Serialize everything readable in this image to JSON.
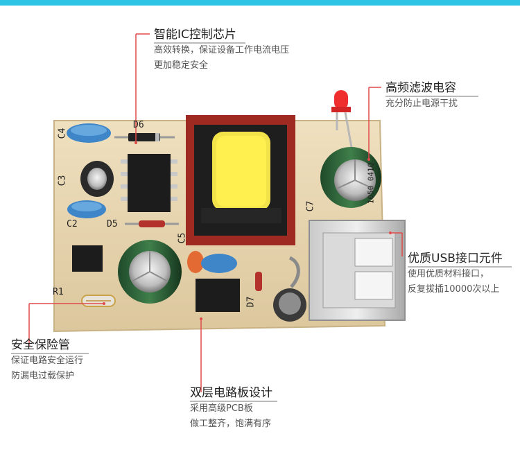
{
  "callouts": {
    "ic": {
      "title": "智能IC控制芯片",
      "line1": "高效转换，保证设备工作电流电压",
      "line2": "更加稳定安全"
    },
    "capacitor": {
      "title": "高频滤波电容",
      "line1": "充分防止电源干扰"
    },
    "usb": {
      "title": "优质USB接口元件",
      "line1": "使用优质材料接口，",
      "line2": "反复拔插10000次以上"
    },
    "fuse": {
      "title": "安全保险管",
      "line1": "保证电路安全运行",
      "line2": "防漏电过载保护"
    },
    "pcb": {
      "title": "双层电路板设计",
      "line1": "采用高级PCB板",
      "line2": "做工整齐，饱满有序"
    }
  },
  "silkscreen": {
    "c4": "C4",
    "d6": "D6",
    "c3": "C3",
    "c2": "C2",
    "d5": "D5",
    "c5": "C5",
    "r1": "R1",
    "d7": "D7",
    "c7": "C7",
    "cap_code": "1050 041Q"
  },
  "colors": {
    "accent": "#2ec4e6",
    "pointer": "#e04a4a",
    "board": "#e8d7b3"
  }
}
